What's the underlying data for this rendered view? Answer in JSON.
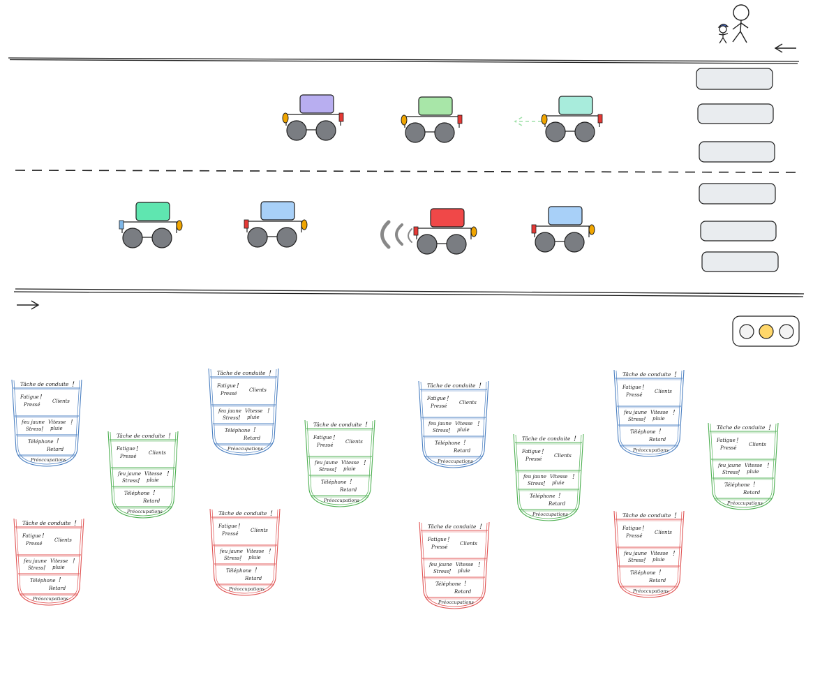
{
  "canvas": {
    "background": "#ffffff",
    "stroke": "#1e1e1e"
  },
  "road": {
    "direction_arrows": [
      "top-lane-leftward",
      "bottom-lane-rightward"
    ],
    "crosswalk_stripes": 6
  },
  "pedestrians": [
    {
      "kind": "adult",
      "icon": "stick-figure-icon"
    },
    {
      "kind": "child",
      "icon": "stick-figure-child-icon",
      "cap_color": "#4a6fd4"
    }
  ],
  "cars": [
    {
      "lane": "top",
      "body_color": "#b8aef0",
      "front": "left"
    },
    {
      "lane": "top",
      "body_color": "#a8e6a8",
      "front": "left"
    },
    {
      "lane": "top",
      "body_color": "#a8ecdc",
      "front": "left",
      "motion_trail_color": "#9fe0a8"
    },
    {
      "lane": "bottom",
      "body_color": "#5fe6b0",
      "front": "right"
    },
    {
      "lane": "bottom",
      "body_color": "#a8d0f8",
      "front": "right"
    },
    {
      "lane": "bottom",
      "body_color": "#f04848",
      "front": "right",
      "sound_waves": true
    },
    {
      "lane": "bottom",
      "body_color": "#a8d0f8",
      "front": "right"
    }
  ],
  "traffic_light": {
    "lit": "middle",
    "lit_color": "#ffd76a"
  },
  "card_template": {
    "title": "Tâche de conduite",
    "bang": "!",
    "items": {
      "fatigue": "Fatigue",
      "presse": "Pressé",
      "clients": "Clients",
      "feu_jaune": "feu jaune",
      "vitesse": "Vitesse",
      "stress": "Stress",
      "pluie": "pluie",
      "telephone": "Téléphone",
      "retard": "Retard"
    },
    "footer": "Préoccupations"
  },
  "cards": [
    {
      "color": "#4a7fc1"
    },
    {
      "color": "#4caf50"
    },
    {
      "color": "#4a7fc1"
    },
    {
      "color": "#4caf50"
    },
    {
      "color": "#4a7fc1"
    },
    {
      "color": "#4caf50"
    },
    {
      "color": "#4a7fc1"
    },
    {
      "color": "#4caf50"
    },
    {
      "color": "#e05252"
    },
    {
      "color": "#e05252"
    },
    {
      "color": "#e05252"
    },
    {
      "color": "#e05252"
    }
  ]
}
